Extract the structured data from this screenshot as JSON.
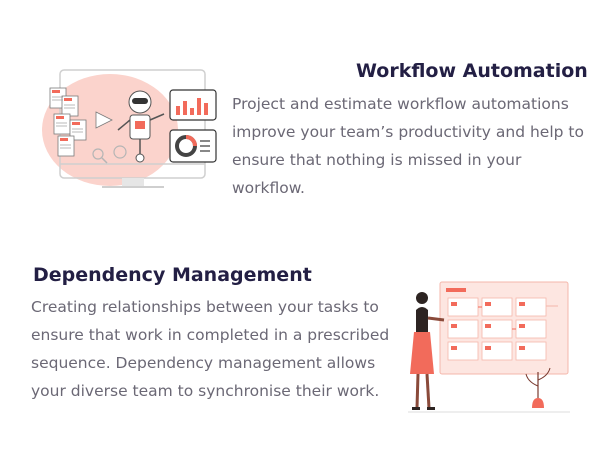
{
  "sections": [
    {
      "title": "Workflow Automation",
      "body": "Project and estimate workflow automations improve your team’s productivity and help to ensure that nothing is missed in your workflow."
    },
    {
      "title": "Dependency Management",
      "body": "Creating relationships between your tasks to ensure that work in completed in a prescribed sequence. Dependency management allows your diverse team to synchronise their work."
    }
  ],
  "colors": {
    "title": "#231f44",
    "body": "#6b6875",
    "accent": "#f26b5b",
    "accent_light": "#fbd3cc"
  },
  "illustrations": [
    "workflow-automation-illustration",
    "dependency-management-illustration"
  ]
}
